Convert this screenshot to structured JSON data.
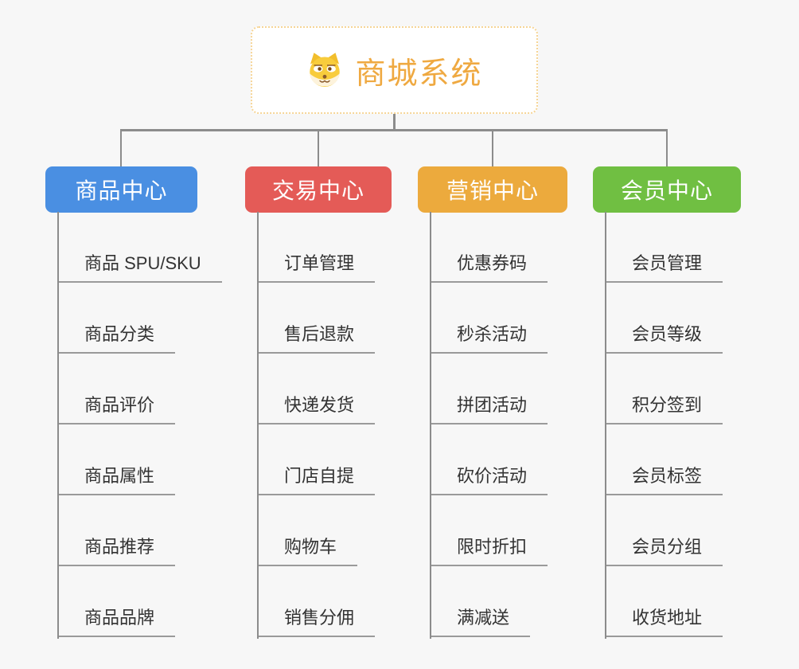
{
  "page": {
    "background_color": "#F7F7F7"
  },
  "root": {
    "title": "商城系统",
    "icon": "dog-face-icon",
    "text_color": "#EFA941",
    "border_color": "#F6D596",
    "background": "#FFFFFF"
  },
  "connectors": {
    "line_color": "#8C8C8C",
    "child_underline_color": "#9A9A9A"
  },
  "child_text_color": "#333333",
  "branches": [
    {
      "label": "商品中心",
      "color": "#4A8FE2",
      "children": [
        "商品 SPU/SKU",
        "商品分类",
        "商品评价",
        "商品属性",
        "商品推荐",
        "商品品牌"
      ]
    },
    {
      "label": "交易中心",
      "color": "#E45B57",
      "children": [
        "订单管理",
        "售后退款",
        "快递发货",
        "门店自提",
        "购物车",
        "销售分佣"
      ]
    },
    {
      "label": "营销中心",
      "color": "#ECAA3D",
      "children": [
        "优惠券码",
        "秒杀活动",
        "拼团活动",
        "砍价活动",
        "限时折扣",
        "满减送"
      ]
    },
    {
      "label": "会员中心",
      "color": "#70BF42",
      "children": [
        "会员管理",
        "会员等级",
        "积分签到",
        "会员标签",
        "会员分组",
        "收货地址"
      ]
    }
  ]
}
